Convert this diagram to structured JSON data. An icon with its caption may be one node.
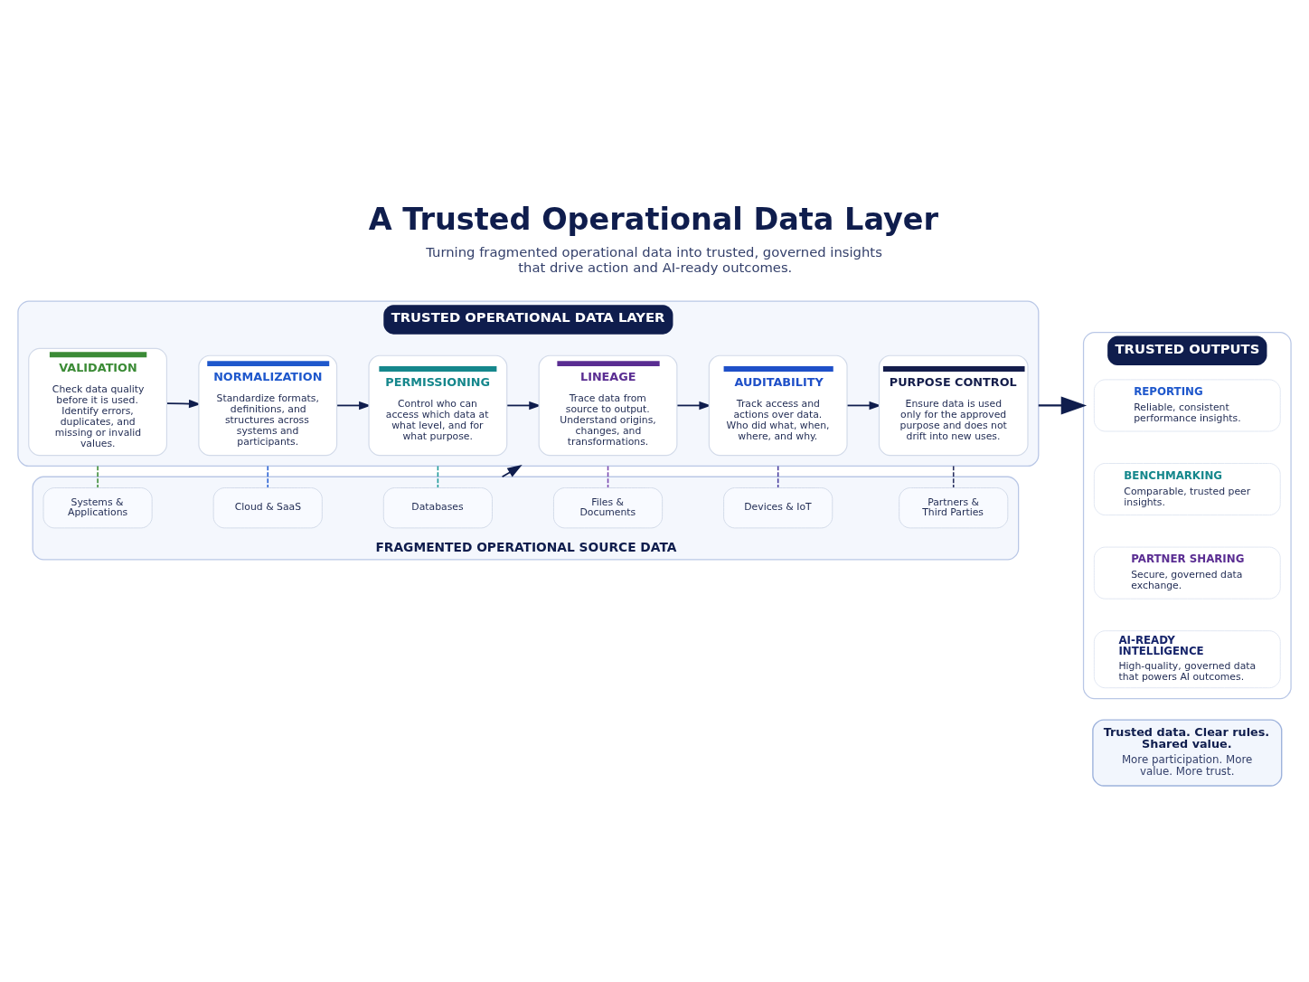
{
  "diagram": {
    "title": "A Trusted Operational Data Layer",
    "caption": "Turning fragmented operational data into trusted, governed insights that drive action and AI-ready outcomes.",
    "nodes": [
      {
        "text": [
          "TRUSTED OPERATIONAL DATA LAYER"
        ]
      },
      {
        "text": [
          "VALIDATION",
          "Check data quality before it is used. Identify errors, duplicates, and missing or invalid values."
        ],
        "in": 0
      },
      {
        "text": [
          "NORMALIZATION",
          "Standardize formats, definitions, and structures across systems and participants."
        ],
        "in": 0
      },
      {
        "text": [
          "PERMISSIONING",
          "Control who can access which data at what level, and for what purpose."
        ],
        "in": 0
      },
      {
        "text": [
          "LINEAGE",
          "Trace data from source to output. Understand origins, changes, and transformations."
        ],
        "in": 0
      },
      {
        "text": [
          "AUDITABILITY",
          "Track access and actions over data. Who did what, when, where, and why."
        ],
        "in": 0
      },
      {
        "text": [
          "PURPOSE CONTROL",
          "Ensure data is used only for the approved purpose and does not drift into new uses."
        ],
        "in": 0
      },
      {
        "text": [
          "FRAGMENTED OPERATIONAL SOURCE DATA"
        ]
      },
      {
        "text": [
          "Systems & Applications"
        ],
        "in": 7
      },
      {
        "text": [
          "Cloud & SaaS"
        ],
        "in": 7
      },
      {
        "text": [
          "Databases"
        ],
        "in": 7
      },
      {
        "text": [
          "Files & Documents"
        ],
        "in": 7
      },
      {
        "text": [
          "Devices & IoT"
        ],
        "in": 7
      },
      {
        "text": [
          "Partners & Third Parties"
        ],
        "in": 7
      },
      {
        "text": [
          "TRUSTED OUTPUTS"
        ]
      },
      {
        "text": [
          "REPORTING",
          "Reliable, consistent performance insights."
        ],
        "in": 14
      },
      {
        "text": [
          "BENCHMARKING",
          "Comparable, trusted peer insights."
        ],
        "in": 14
      },
      {
        "text": [
          "PARTNER SHARING",
          "Secure, governed data exchange."
        ],
        "in": 14
      },
      {
        "text": [
          "AI-READY INTELLIGENCE",
          "High-quality, governed data that powers AI outcomes."
        ],
        "in": 14
      },
      {
        "text": [
          "Trusted data. Clear rules. Shared value.",
          "More participation. More value. More trust."
        ]
      }
    ],
    "edges": [
      {
        "from": 1,
        "to": 2,
        "arrow": "to"
      },
      {
        "from": 2,
        "to": 3,
        "arrow": "to"
      },
      {
        "from": 3,
        "to": 4,
        "arrow": "to"
      },
      {
        "from": 4,
        "to": 5,
        "arrow": "to"
      },
      {
        "from": 5,
        "to": 6,
        "arrow": "to"
      },
      {
        "from": 0,
        "to": 8,
        "arrow": "none",
        "style": "dashed",
        "color": "#3b8b36"
      },
      {
        "from": 0,
        "to": 9,
        "arrow": "none",
        "style": "dashed",
        "color": "#2a62d4"
      },
      {
        "from": 0,
        "to": 10,
        "arrow": "none",
        "style": "dashed",
        "color": "#1e9a9a"
      },
      {
        "from": 0,
        "to": 11,
        "arrow": "none",
        "style": "dashed",
        "color": "#7a4ab0"
      },
      {
        "from": 0,
        "to": 12,
        "arrow": "none",
        "style": "dashed",
        "color": "#4b3fa0"
      },
      {
        "from": 0,
        "to": 13,
        "arrow": "none",
        "style": "dashed",
        "color": "#28305f"
      },
      {
        "from": 7,
        "to": 0,
        "arrow": "to"
      },
      {
        "from": 0,
        "to": 14,
        "arrow": "to"
      }
    ]
  }
}
